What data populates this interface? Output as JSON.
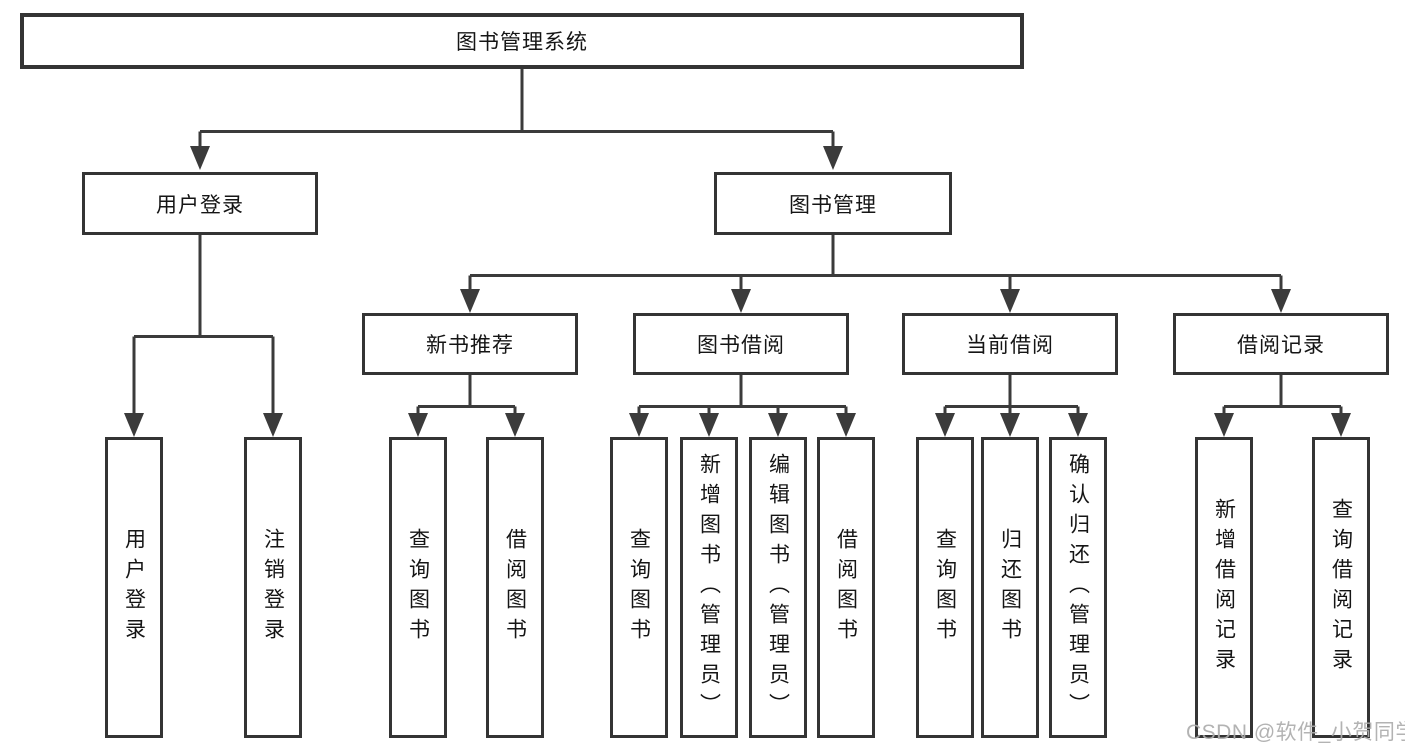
{
  "diagram_title": "图书管理系统",
  "tree": {
    "root": {
      "label": "图书管理系统",
      "children": [
        {
          "label": "用户登录",
          "children": [
            {
              "label": "用户登录"
            },
            {
              "label": "注销登录"
            }
          ]
        },
        {
          "label": "图书管理",
          "children": [
            {
              "label": "新书推荐",
              "children": [
                {
                  "label": "查询图书"
                },
                {
                  "label": "借阅图书"
                }
              ]
            },
            {
              "label": "图书借阅",
              "children": [
                {
                  "label": "查询图书"
                },
                {
                  "label": "新增图书（管理员）"
                },
                {
                  "label": "编辑图书（管理员）"
                },
                {
                  "label": "借阅图书"
                }
              ]
            },
            {
              "label": "当前借阅",
              "children": [
                {
                  "label": "查询图书"
                },
                {
                  "label": "归还图书"
                },
                {
                  "label": "确认归还（管理员）"
                }
              ]
            },
            {
              "label": "借阅记录",
              "children": [
                {
                  "label": "新增借阅记录"
                },
                {
                  "label": "查询借阅记录"
                }
              ]
            }
          ]
        }
      ]
    }
  },
  "watermark": "CSDN @软件_小贺同学",
  "colors": {
    "line": "#3b3b3b",
    "box_border": "#343434",
    "box_fill": "#ffffff",
    "text": "#151515",
    "watermark": "#acacac",
    "background": "#ffffff"
  }
}
